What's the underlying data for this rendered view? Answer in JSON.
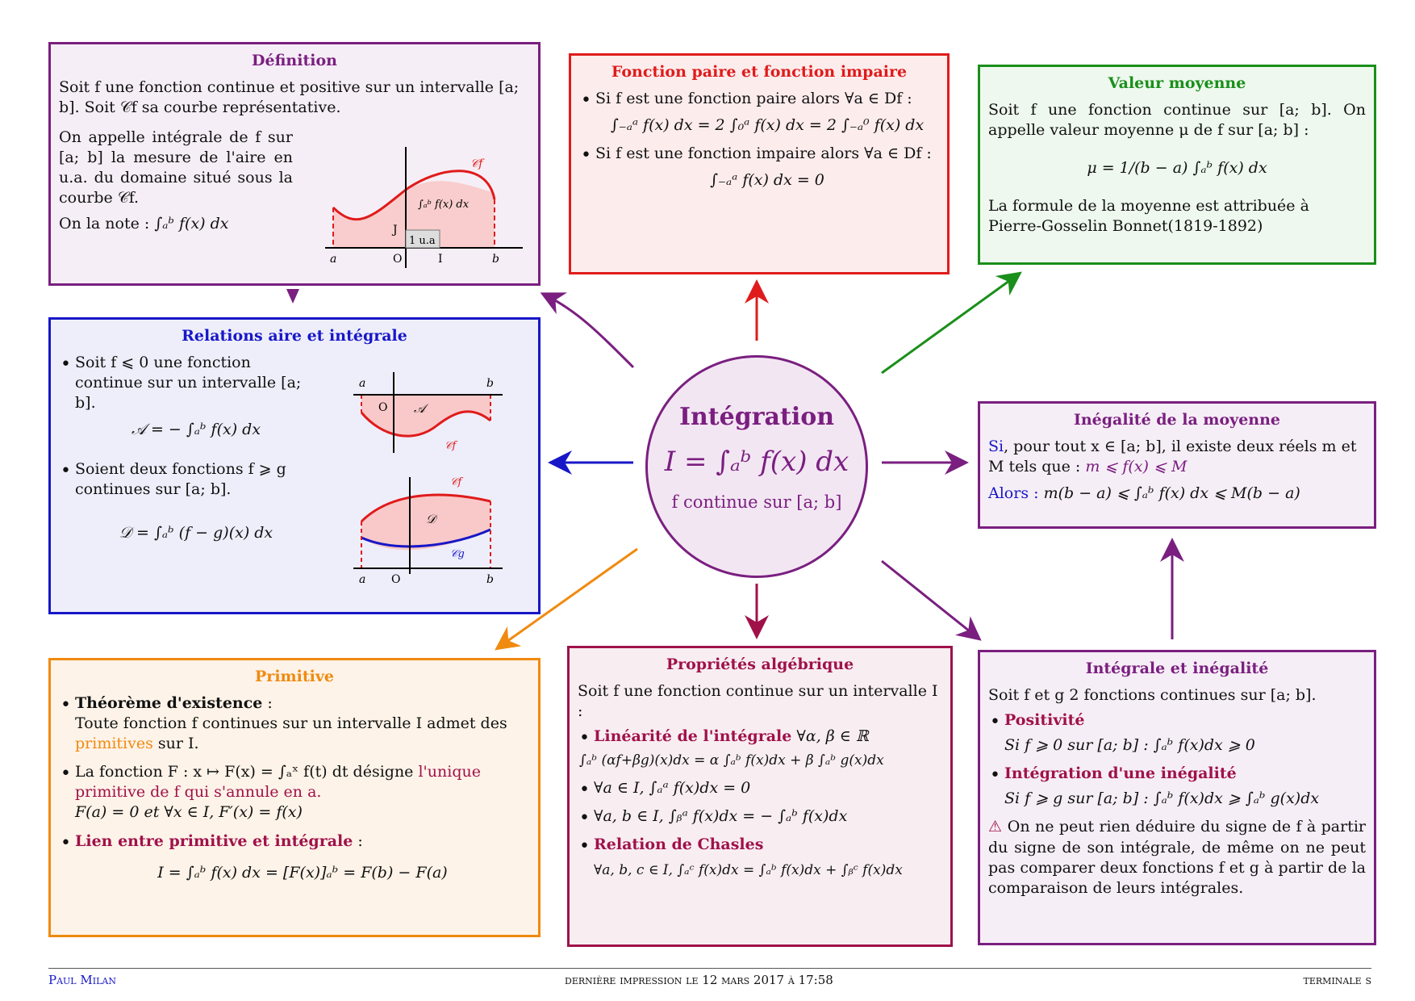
{
  "center": {
    "title": "Intégration",
    "formula": "I = ∫ₐᵇ f(x) dx",
    "condition": "f continue sur [a; b]"
  },
  "definition": {
    "title": "Définition",
    "p1": "Soit f une fonction continue et positive sur un intervalle [a; b]. Soit 𝒞f sa courbe représentative.",
    "p2": "On appelle intégrale de f sur [a; b] la mesure de l'aire en u.a. du domaine situé sous la courbe 𝒞f.",
    "note": "On la note :",
    "note_formula": "∫ₐᵇ f(x) dx",
    "graph": {
      "curve_label": "𝒞f",
      "integral_label": "∫ₐᵇ f(x) dx",
      "unit_label": "1 u.a",
      "j": "J",
      "o": "O",
      "i": "I",
      "a": "a",
      "b": "b"
    }
  },
  "paire": {
    "title": "Fonction paire et fonction impaire",
    "item1": "Si f est une fonction paire alors  ∀a ∈ Df :",
    "formula1": "∫₋ₐᵃ f(x) dx = 2 ∫₀ᵃ f(x) dx = 2 ∫₋ₐ⁰ f(x) dx",
    "item2": "Si f est une fonction impaire alors  ∀a ∈ Df :",
    "formula2": "∫₋ₐᵃ f(x) dx = 0"
  },
  "moyenne": {
    "title": "Valeur moyenne",
    "p1": "Soit f une fonction continue sur [a; b]. On appelle valeur moyenne μ de f sur [a; b] :",
    "formula": "μ = 1/(b − a) ∫ₐᵇ f(x) dx",
    "p2": "La formule de la moyenne est attribuée à Pierre-Gosselin Bonnet(1819-1892)"
  },
  "relations": {
    "title": "Relations aire et intégrale",
    "item1": "Soit f ⩽ 0 une fonction continue sur un intervalle [a; b].",
    "formula1": "𝒜 = − ∫ₐᵇ f(x) dx",
    "item2": "Soient deux fonctions f ⩾ g continues sur [a; b].",
    "formula2": "𝒟 = ∫ₐᵇ (f − g)(x) dx",
    "graph1": {
      "a": "a",
      "b": "b",
      "o": "O",
      "area": "𝒜",
      "curve": "𝒞f"
    },
    "graph2": {
      "a": "a",
      "b": "b",
      "o": "O",
      "area": "𝒟",
      "curve_f": "𝒞f",
      "curve_g": "𝒞g"
    }
  },
  "inegalite_moyenne": {
    "title": "Inégalité de la moyenne",
    "si": "Si",
    "p1": ", pour tout x ∈ [a; b], il existe deux réels m et M tels que :",
    "cond": "m ⩽ f(x) ⩽ M",
    "alors": "Alors :",
    "formula": "m(b − a) ⩽ ∫ₐᵇ f(x) dx ⩽ M(b − a)"
  },
  "primitive": {
    "title": "Primitive",
    "item1_title": "Théorème d'existence",
    "item1_colon": " :",
    "item1_text": "Toute fonction f continues sur un intervalle I admet des ",
    "item1_hl": "primitives",
    "item1_end": " sur I.",
    "item2_text": "La fonction  F : x ↦ F(x) = ∫ₐˣ f(t) dt  désigne ",
    "item2_hl": "l'unique primitive de f qui s'annule en a.",
    "item2_formula": "F(a) = 0  et  ∀x ∈ I,  F′(x) = f(x)",
    "item3_title": "Lien entre primitive et intégrale",
    "item3_colon": " :",
    "item3_formula": "I = ∫ₐᵇ f(x) dx = [F(x)]ₐᵇ = F(b) − F(a)"
  },
  "proprietes": {
    "title": "Propriétés algébrique",
    "intro": "Soit f une fonction continue sur un intervalle I :",
    "lin_title": "Linéarité de l'intégrale",
    "lin_cond": "∀α, β ∈ ℝ",
    "lin_formula": "∫ₐᵇ (αf+βg)(x)dx = α ∫ₐᵇ f(x)dx + β ∫ₐᵇ g(x)dx",
    "item2": "∀a ∈ I,   ∫ₐᵃ f(x)dx = 0",
    "item3": "∀a, b ∈ I,   ∫ᵦᵃ f(x)dx = − ∫ₐᵇ f(x)dx",
    "chasles_title": "Relation de Chasles",
    "chasles_formula": "∀a, b, c ∈ I,   ∫ₐᶜ f(x)dx = ∫ₐᵇ f(x)dx + ∫ᵦᶜ f(x)dx"
  },
  "integrale_inegalite": {
    "title": "Intégrale et inégalité",
    "intro": "Soit f et g 2 fonctions continues sur [a; b].",
    "pos_title": "Positivité",
    "pos_formula": "Si f ⩾ 0 sur [a; b] :   ∫ₐᵇ f(x)dx ⩾ 0",
    "int_title": "Intégration d'une inégalité",
    "int_formula": "Si f ⩾ g sur [a; b] :   ∫ₐᵇ f(x)dx ⩾ ∫ₐᵇ g(x)dx",
    "warning_icon": "⚠",
    "warning": "On ne peut rien déduire du signe de f à partir du signe de son intégrale, de même on ne peut pas comparer deux fonctions f et g à partir de la comparaison de leurs intégrales."
  },
  "footer": {
    "author": "Paul Milan",
    "date": "dernière impression le  12 mars 2017  à  17:58",
    "level": "terminale s"
  },
  "colors": {
    "purple": "#7a1f80",
    "red": "#e01b1b",
    "green": "#1a8f1a",
    "blue": "#1717c8",
    "orange": "#f08a10",
    "maroon": "#a0114a"
  }
}
